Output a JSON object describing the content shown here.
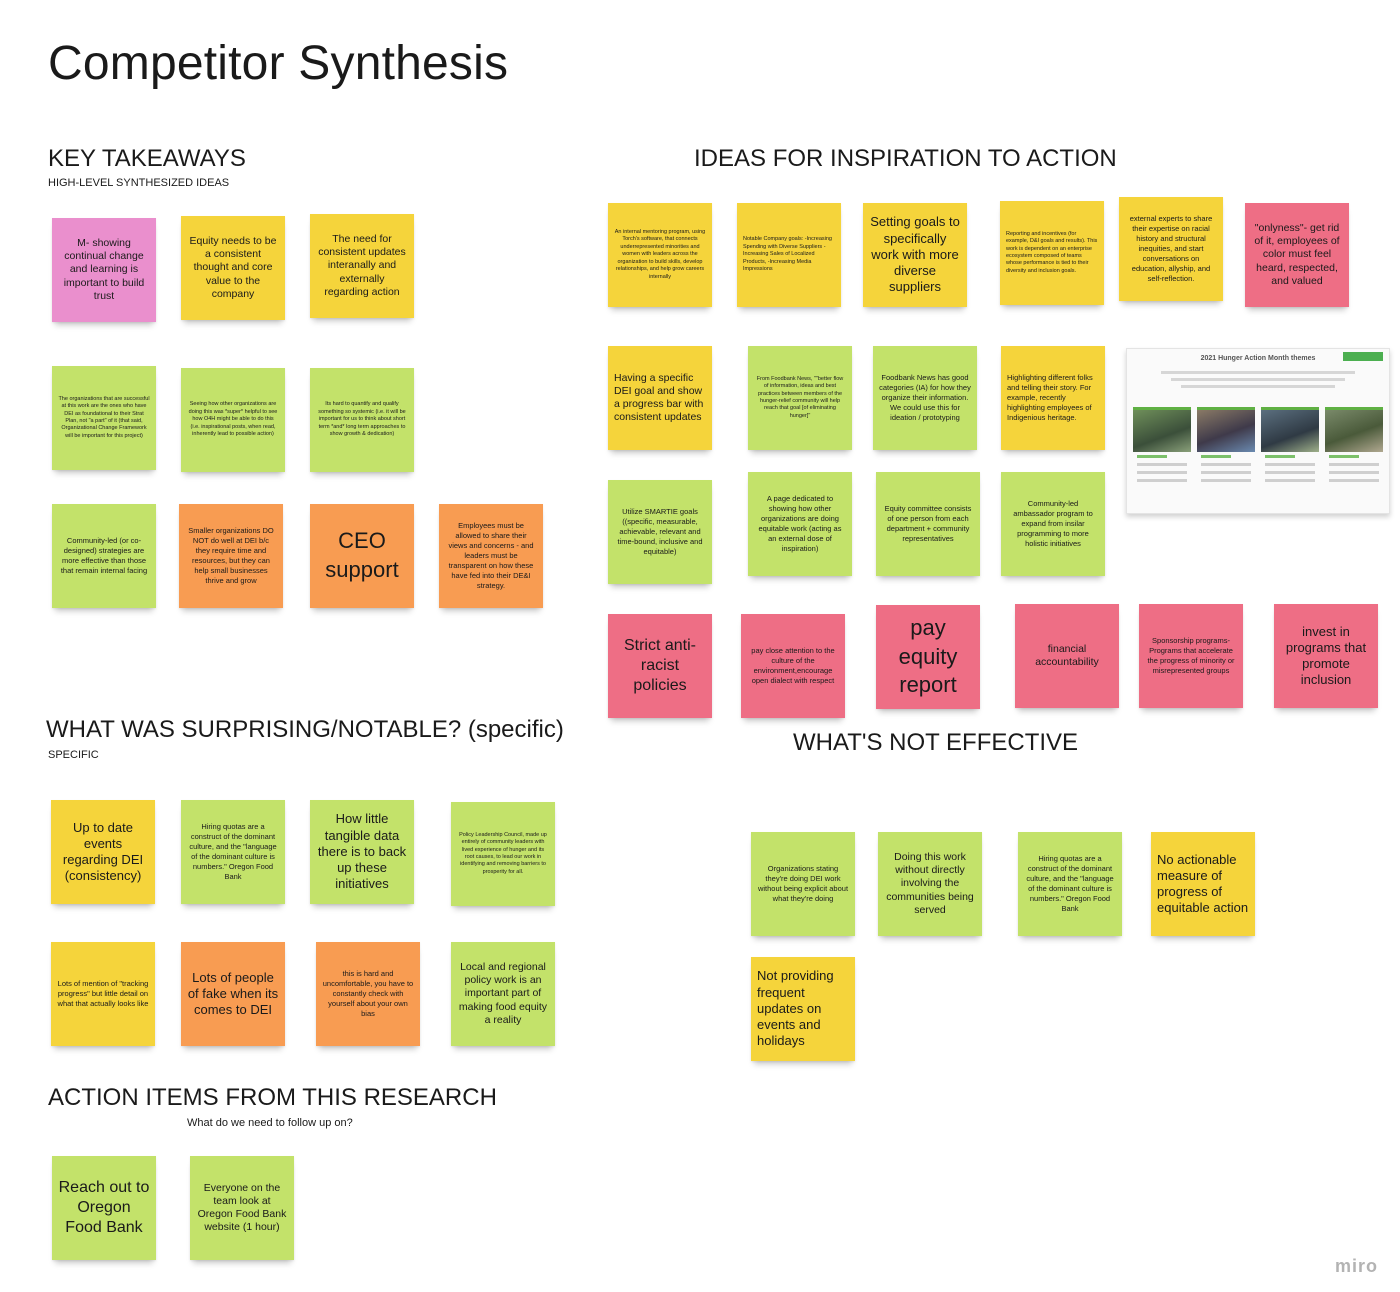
{
  "page_title": "Competitor Synthesis",
  "sections": {
    "key_takeaways": {
      "title": "KEY TAKEAWAYS",
      "subtitle": "HIGH-LEVEL SYNTHESIZED IDEAS"
    },
    "ideas": {
      "title": "IDEAS FOR INSPIRATION TO ACTION"
    },
    "surprising": {
      "title": "WHAT WAS SURPRISING/NOTABLE? (specific)",
      "subtitle": "SPECIFIC"
    },
    "not_effective": {
      "title": "WHAT'S NOT EFFECTIVE"
    },
    "action_items": {
      "title": "ACTION ITEMS FROM THIS RESEARCH",
      "subtitle": "What do we need to follow up on?"
    }
  },
  "notes": {
    "kt1": "M- showing continual change and learning is important to build trust",
    "kt2": "Equity needs to be a consistent thought and core value to the company",
    "kt3": "The need for consistent updates interanally and externally regarding action",
    "kt4": "The organizations that are successful at this work are the ones who have DEI as foundational to their Strat Plan, not \"a part\" of it (that said, Organizational Change Framework will be important for this project)",
    "kt5": "Seeing how other organizations are doing this was *super* helpful to see how O4H might be able to do this (i.e. inspirational posts, when read, inherently lead to possible action)",
    "kt6": "Its hard to quantify and qualify something so systemic (i.e. it will be important for us to think about short term *and* long term approaches to show growth & dedication)",
    "kt7": "Community-led (or co-designed) strategies are more effective than those that remain internal facing",
    "kt8": "Smaller organizations DO NOT do well at DEI b/c they require time and resources, but they can help small businesses thrive and grow",
    "kt9": "CEO support",
    "kt10": "Employees must be allowed to share their views and concerns - and leaders must be transparent on how these have fed into their DE&I strategy.",
    "id1": "An internal mentoring program, using Torch's software, that connects underrepresented minorities and women with leaders across the organization to build skills, develop relationships, and help grow careers internally",
    "id2": "Notable Company goals: -Increasing Spending with Diverse Suppliers -Increasing Sales of Localized Products, -Increasing Media Impressions",
    "id3": "Setting goals to specifically work with more diverse suppliers",
    "id4": "Reporting and incentives (for example, D&I goals and results). This work is dependent on an enterprise ecosystem composed of teams whose performance is tied to their diversity and inclusion goals.",
    "id5": "external experts to share their expertise on racial history and structural inequities, and start conversations on education, allyship, and self-reflection.",
    "id6": "\"onlyness\"- get rid of it, employees of color must feel heard, respected, and valued",
    "id7": "Having a specific DEI goal and show a progress bar with consistent updates",
    "id8": "From Foodbank News, \"\"better flow of information, ideas and best practices between members of the hunger-relief community will help reach that goal [of eliminating hunger]\"",
    "id9": "Foodbank News has good categories (IA) for how they organize their information. We could use this for ideation / prototyping",
    "id10": "Highlighting different folks and telling their story. For example, recently highlighting employees of Indigenious heritage.",
    "id11": "Utilize SMARTIE goals ((specific, measurable, achievable, relevant and time-bound, inclusive and equitable)",
    "id12": "A page dedicated to showing how other organizations are doing equitable work (acting as an external dose of inspiration)",
    "id13": "Equity committee consists of one person from each department + community representatives",
    "id14": "Community-led ambassador program to expand from insilar programming to more holistic initiatives",
    "id15": "Strict anti-racist policies",
    "id16": "pay close attention to the culture of the environment,encourage open dialect with respect",
    "id17": "pay equity report",
    "id18": "financial accountability",
    "id19": "Sponsorship programs-Programs that accelerate the progress of minority or misrepresented groups",
    "id20": "invest in programs that promote inclusion",
    "image_card_title": "2021 Hunger Action Month themes",
    "sp1": "Up to date events regarding DEI (consistency)",
    "sp2": "Hiring quotas are a construct of the dominant culture, and the \"language of the dominant culture is numbers.\" Oregon Food Bank",
    "sp3": "How little tangible data there is to back up these initiatives",
    "sp4": "Policy Leadership Council, made up entirely of community leaders with lived experience of hunger and its root causes, to lead our work in identifying and removing barriers to prosperity for all.",
    "sp5": "Lots of mention of \"tracking progress\" but little detail on what that actually looks like",
    "sp6": "Lots of people of fake when its comes to DEI",
    "sp7": "this is hard and uncomfortable, you have to constantly check with yourself about your own bias",
    "sp8": "Local and regional policy work is an important part of making food equity a reality",
    "ne1": "Organizations stating they're doing DEI work without being explicit about what they're doing",
    "ne2": "Doing this work without directly involving the communities being served",
    "ne3": "Hiring quotas are a construct of the dominant culture, and the \"language of the dominant culture is numbers.\" Oregon Food Bank",
    "ne4": "No actionable measure of progress of equitable action",
    "ne5": "Not providing frequent updates on events and holidays",
    "ai1": "Reach out to Oregon Food Bank",
    "ai2": "Everyone on the team look at Oregon Food Bank website (1 hour)"
  },
  "brand": {
    "logo_text": "miro"
  },
  "colors": {
    "yellow": "#f5d43b",
    "green": "#c3e26a",
    "orange": "#f89c52",
    "pink": "#ee6e85",
    "magenta": "#ea8fcd"
  }
}
